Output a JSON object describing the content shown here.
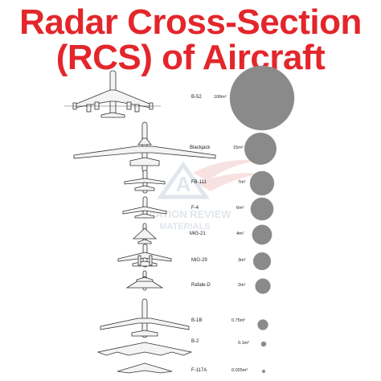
{
  "title": {
    "line1": "Radar Cross-Section",
    "line2": "(RCS) of Aircraft"
  },
  "watermark": {
    "logo_letter": "A",
    "line1": "AVIATION REVIEW",
    "line2": "MATERIALS"
  },
  "colors": {
    "title": "#e3262b",
    "circle": "#8a8a8a",
    "drawing": "#333333"
  },
  "aircraft": [
    {
      "name": "B-52",
      "rcs": "100m²",
      "rcs_value": 100
    },
    {
      "name": "Blackjack",
      "rcs": "15m²",
      "rcs_value": 15
    },
    {
      "name": "FB-111",
      "rcs": "7m²",
      "rcs_value": 7
    },
    {
      "name": "F-4",
      "rcs": "6m²",
      "rcs_value": 6
    },
    {
      "name": "MiG-21",
      "rcs": "4m²",
      "rcs_value": 4
    },
    {
      "name": "MiG-29",
      "rcs": "3m²",
      "rcs_value": 3
    },
    {
      "name": "Rafale-D",
      "rcs": "2m²",
      "rcs_value": 2
    },
    {
      "name": "B-1B",
      "rcs": "0.75m²",
      "rcs_value": 0.75
    },
    {
      "name": "B-2",
      "rcs": "0.1m²",
      "rcs_value": 0.1
    },
    {
      "name": "F-117A",
      "rcs": "0.025m²",
      "rcs_value": 0.025
    }
  ]
}
